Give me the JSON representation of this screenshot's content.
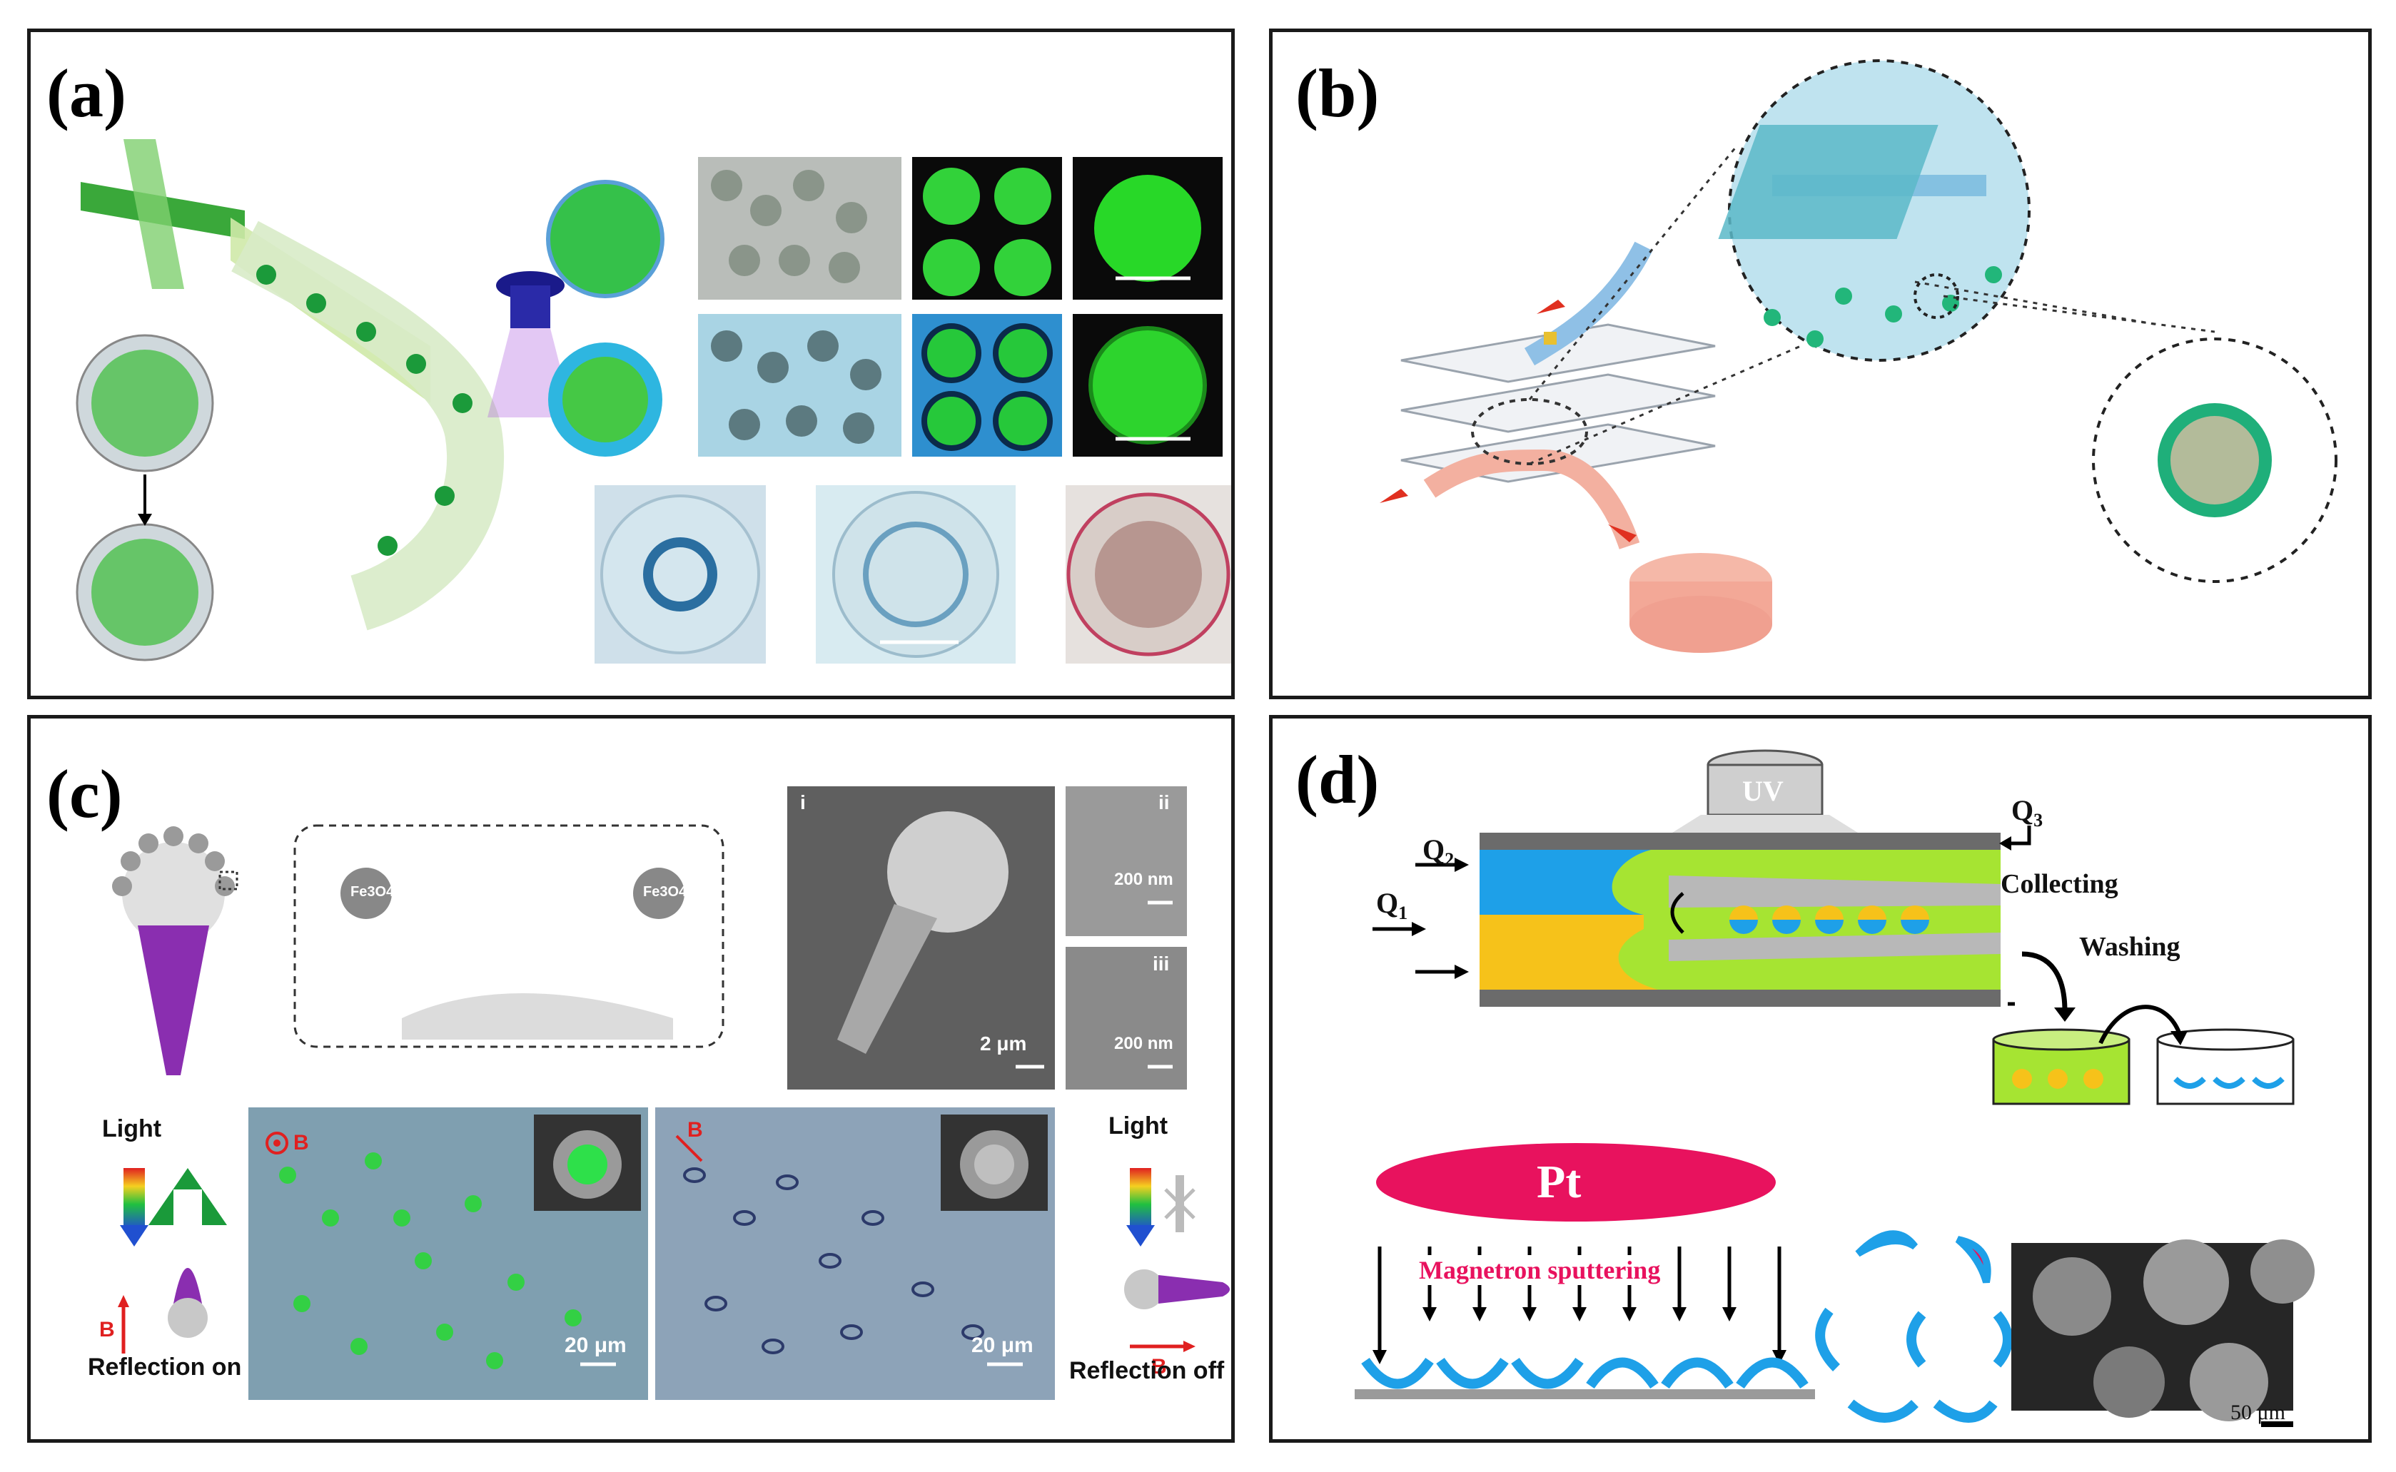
{
  "panels": {
    "a": {
      "label": "(a)"
    },
    "b": {
      "label": "(b)"
    },
    "c": {
      "label": "(c)",
      "fe_left": "Fe3O4",
      "fe_right": "Fe3O4",
      "sem_i": "i",
      "sem_ii": "ii",
      "sem_iii": "iii",
      "scale_2um": "2 μm",
      "scale_200nm_a": "200 nm",
      "scale_200nm_b": "200 nm",
      "light_left": "Light",
      "b_left": "B",
      "reflection_on": "Reflection on",
      "micro_b_left": "B",
      "scale_20um_a": "20 μm",
      "micro_b_right": "B",
      "scale_20um_b": "20 μm",
      "light_right": "Light",
      "b_right": "B",
      "reflection_off": "Reflection off"
    },
    "d": {
      "label": "(d)",
      "uv": "UV",
      "q1": "Q",
      "q1_sub": "1",
      "q2": "Q",
      "q2_sub": "2",
      "q3": "Q",
      "q3_sub": "3",
      "collecting": "Collecting",
      "washing": "Washing",
      "pt": "Pt",
      "magnetron": "Magnetron sputtering",
      "scale_50um": "50 μm"
    }
  },
  "colors": {
    "green": "#2fd12f",
    "blue": "#1aa0e6",
    "pink": "#e8156d",
    "yellow": "#f5c21a",
    "lime": "#a7e62a"
  }
}
